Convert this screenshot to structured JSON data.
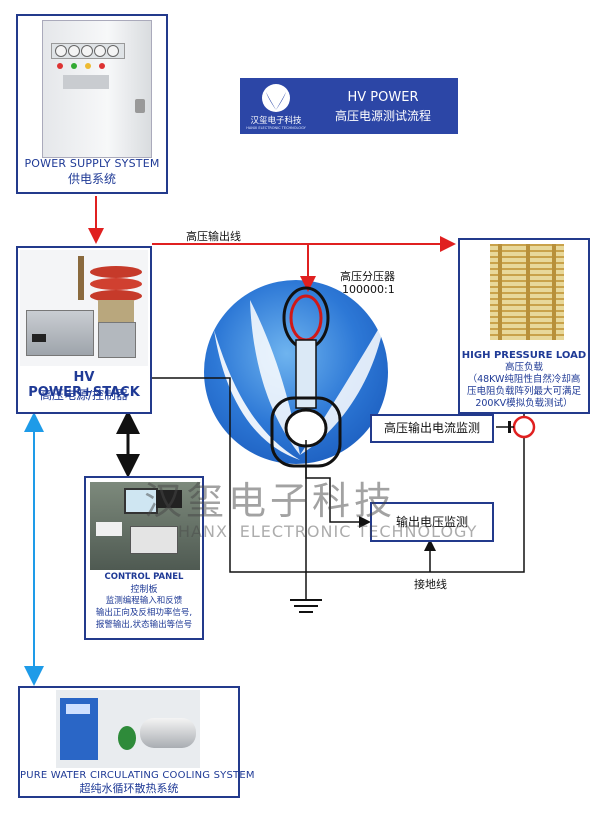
{
  "logo": {
    "brand_mark": "汉玺电子科技",
    "brand_en": "HANXI ELECTRONIC TECHNOLOGY",
    "title_en": "HV POWER",
    "title_zh": "高压电源测试流程"
  },
  "power_supply": {
    "caption_en": "POWER SUPPLY SYSTEM",
    "caption_zh": "供电系统"
  },
  "hv_power": {
    "caption_en": "HV POWER+STACK",
    "caption_zh": "高压电源/控制器"
  },
  "high_load": {
    "caption_en": "HIGH PRESSURE LOAD",
    "caption_zh": "高压负载",
    "desc_lines": [
      "（48KW纯阻性自然冷却高",
      "压电阻负载阵列最大可满足",
      "200KV模拟负载测试）"
    ]
  },
  "control_panel": {
    "caption_en": "CONTROL PANEL",
    "caption_zh": "控制板",
    "desc_lines": [
      "监测编程输入和反馈",
      "输出正向及反相功率信号,",
      "报警输出,状态输出等信号"
    ]
  },
  "cooling": {
    "caption_en": "PURE WATER CIRCULATING COOLING SYSTEM",
    "caption_zh": "超纯水循环散热系统"
  },
  "labels": {
    "hv_output_line": "高压输出线",
    "divider_name": "高压分压器",
    "divider_ratio": "100000:1",
    "ground_line": "接地线"
  },
  "monitors": {
    "current": "高压输出电流监测",
    "voltage": "输出电压监测"
  },
  "watermark": {
    "zh": "汉玺电子科技",
    "en": "HANXI ELECTRONIC TECHNOLOGY"
  },
  "colors": {
    "frame": "#233a8c",
    "caption": "#1f3a96",
    "arrow_red": "#e02020",
    "arrow_blue": "#1e9be8",
    "wire": "#111111"
  },
  "icons": [
    "ground-symbol-icon",
    "current-sensor-icon",
    "voltage-divider-icon",
    "logo-mark-icon"
  ]
}
